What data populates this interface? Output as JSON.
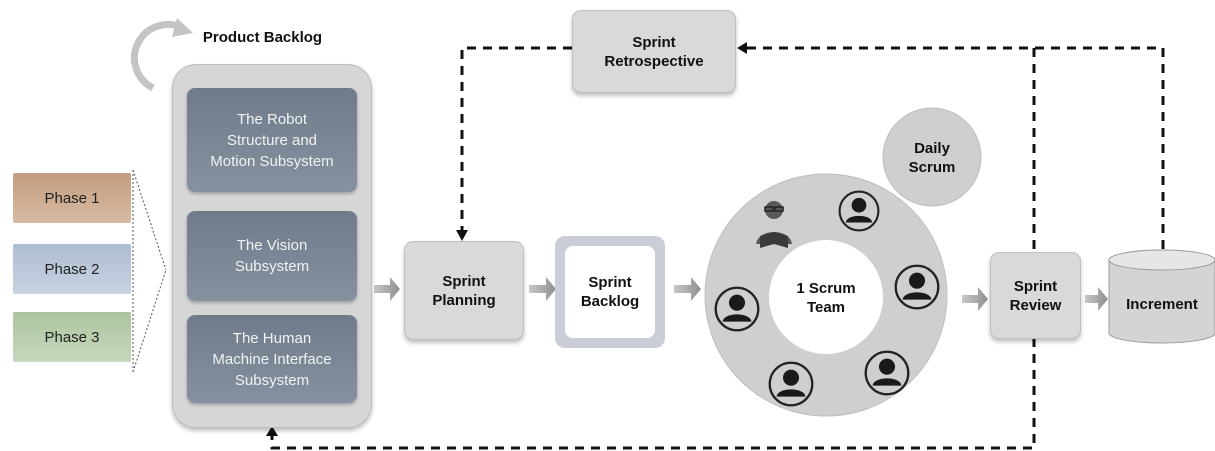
{
  "product_backlog_title": "Product Backlog",
  "phases": [
    "Phase 1",
    "Phase 2",
    "Phase 3"
  ],
  "phase_colors": [
    "#c9a88a",
    "#b7c4d8",
    "#b9cfae"
  ],
  "subsystems": [
    "The Robot\nStructure and\nMotion Subsystem",
    "The Vision\nSubsystem",
    "The Human\nMachine Interface\nSubsystem"
  ],
  "sprint_planning": "Sprint\nPlanning",
  "sprint_backlog": "Sprint\nBacklog",
  "scrum_team": "1 Scrum\nTeam",
  "daily_scrum": "Daily\nScrum",
  "sprint_review": "Sprint\nReview",
  "increment": "Increment",
  "sprint_retrospective": "Sprint\nRetrospective",
  "icons": [
    "refresh-arrow-icon",
    "person-icon",
    "reader-icon",
    "arrow-icon"
  ]
}
